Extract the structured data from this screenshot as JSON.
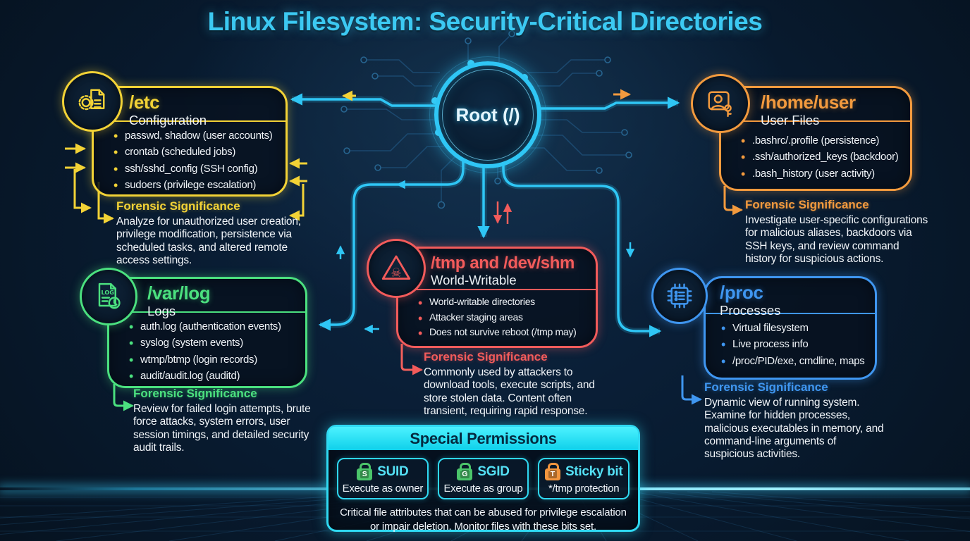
{
  "title": "Linux Filesystem: Security-Critical Directories",
  "root_node": {
    "label": "Root (/)"
  },
  "colors": {
    "background": "#081b30",
    "title_cyan": "#3cc9f2",
    "connector_cyan": "#2fc6f5",
    "etc_yellow": "#f2d236",
    "home_orange": "#f29a3e",
    "varlog_green": "#4be07f",
    "tmp_red": "#f25b5b",
    "proc_blue": "#3f96f0",
    "panel_cyan": "#2fd9f2"
  },
  "directories": [
    {
      "path": "/etc",
      "subtitle": "Configuration",
      "icon": "gear-document-icon",
      "color": "#f2d236",
      "items": [
        "passwd, shadow (user accounts)",
        "crontab (scheduled jobs)",
        "ssh/sshd_config (SSH config)",
        "sudoers (privilege escalation)"
      ],
      "forensic": {
        "heading": "Forensic Significance",
        "text": "Analyze for unauthorized user creation, privilege modification, persistence via scheduled tasks, and altered remote access settings."
      }
    },
    {
      "path": "/home/user",
      "subtitle": "User Files",
      "icon": "user-key-icon",
      "color": "#f29a3e",
      "items": [
        ".bashrc/.profile (persistence)",
        ".ssh/authorized_keys (backdoor)",
        ".bash_history (user activity)"
      ],
      "forensic": {
        "heading": "Forensic Significance",
        "text": "Investigate user-specific configurations for malicious aliases, backdoors via SSH keys, and review command history for suspicious actions."
      }
    },
    {
      "path": "/var/log",
      "subtitle": "Logs",
      "icon": "log-file-clock-icon",
      "color": "#4be07f",
      "items": [
        "auth.log (authentication events)",
        "syslog (system events)",
        "wtmp/btmp (login records)",
        "audit/audit.log (auditd)"
      ],
      "forensic": {
        "heading": "Forensic Significance",
        "text": "Review for failed login attempts, brute force attacks, system errors, user session timings, and detailed security audit trails."
      }
    },
    {
      "path": "/tmp and /dev/shm",
      "subtitle": "World-Writable",
      "icon": "skull-warning-icon",
      "color": "#f25b5b",
      "items": [
        "World-writable directories",
        "Attacker staging areas",
        "Does not survive reboot (/tmp may)"
      ],
      "forensic": {
        "heading": "Forensic Significance",
        "text": "Commonly used by attackers to download tools, execute scripts, and store stolen data. Content often transient, requiring rapid response."
      }
    },
    {
      "path": "/proc",
      "subtitle": "Processes",
      "icon": "cpu-chip-icon",
      "color": "#3f96f0",
      "items": [
        "Virtual filesystem",
        "Live process info",
        "/proc/PID/exe, cmdline, maps"
      ],
      "forensic": {
        "heading": "Forensic Significance",
        "text": "Dynamic view of running system. Examine for hidden processes, malicious executables in memory, and command-line arguments of suspicious activities."
      }
    }
  ],
  "special_permissions": {
    "title": "Special Permissions",
    "chips": [
      {
        "name": "SUID",
        "letter": "S",
        "description": "Execute as owner",
        "lock_color": "#4bc46a",
        "icon": "lock-icon"
      },
      {
        "name": "SGID",
        "letter": "G",
        "description": "Execute as group",
        "lock_color": "#4bc46a",
        "icon": "lock-icon"
      },
      {
        "name": "Sticky bit",
        "letter": "T",
        "description": "*/tmp protection",
        "lock_color": "#f2953e",
        "icon": "lock-icon"
      }
    ],
    "note": "Critical file attributes that can be abused for privilege escalation or impair deletion. Monitor files with these bits set."
  }
}
